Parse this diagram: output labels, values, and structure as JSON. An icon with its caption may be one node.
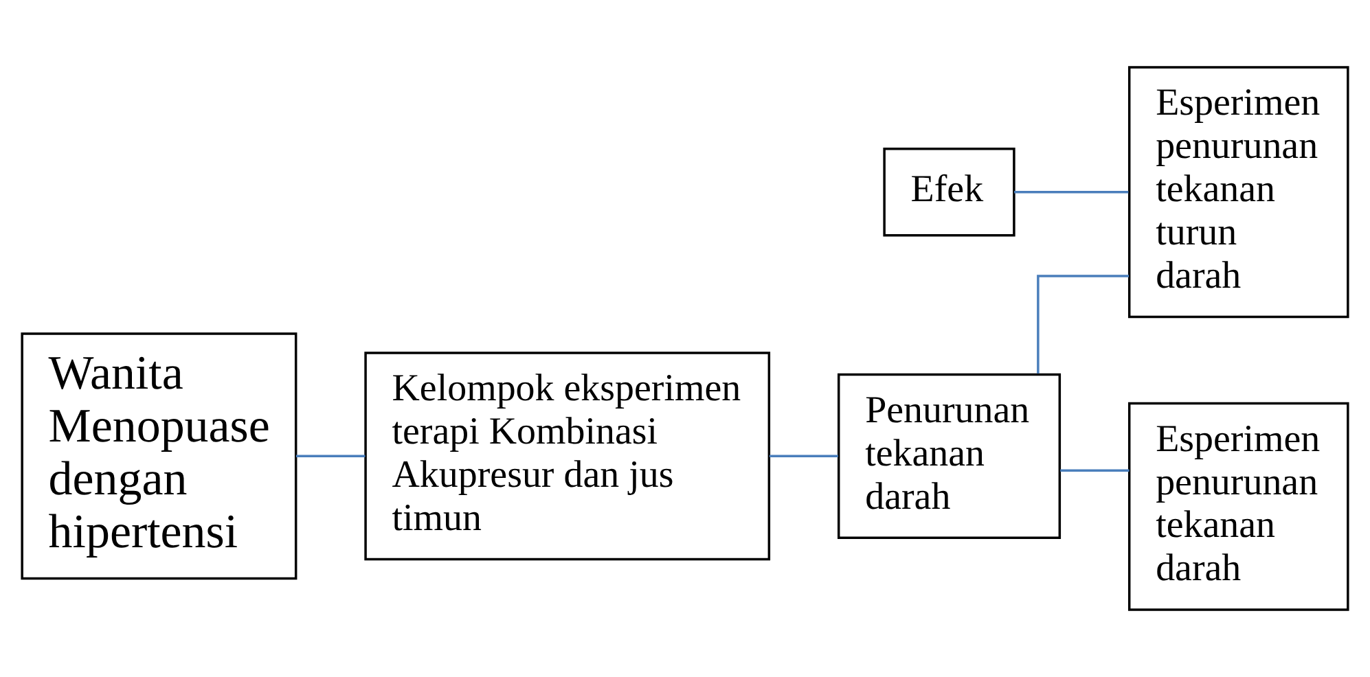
{
  "diagram": {
    "nodes": [
      {
        "text": [
          "Wanita Menopuase dengan hipertensi"
        ]
      },
      {
        "text": [
          "Kelompok eksperimen terapi Kombinasi Akupresur dan jus timun"
        ]
      },
      {
        "text": [
          "Penurunan tekanan darah"
        ]
      },
      {
        "text": [
          "Efek"
        ]
      },
      {
        "text": [
          "Esperimen penurunan tekanan turun darah"
        ]
      },
      {
        "text": [
          "Esperimen penurunan tekanan darah"
        ]
      }
    ],
    "edges": [
      {
        "from": 0,
        "to": 1,
        "arrow": "none"
      },
      {
        "from": 1,
        "to": 2,
        "arrow": "none"
      },
      {
        "from": 2,
        "to": 4,
        "arrow": "none"
      },
      {
        "from": 2,
        "to": 5,
        "arrow": "none"
      },
      {
        "from": 3,
        "to": 4,
        "arrow": "none"
      }
    ]
  }
}
